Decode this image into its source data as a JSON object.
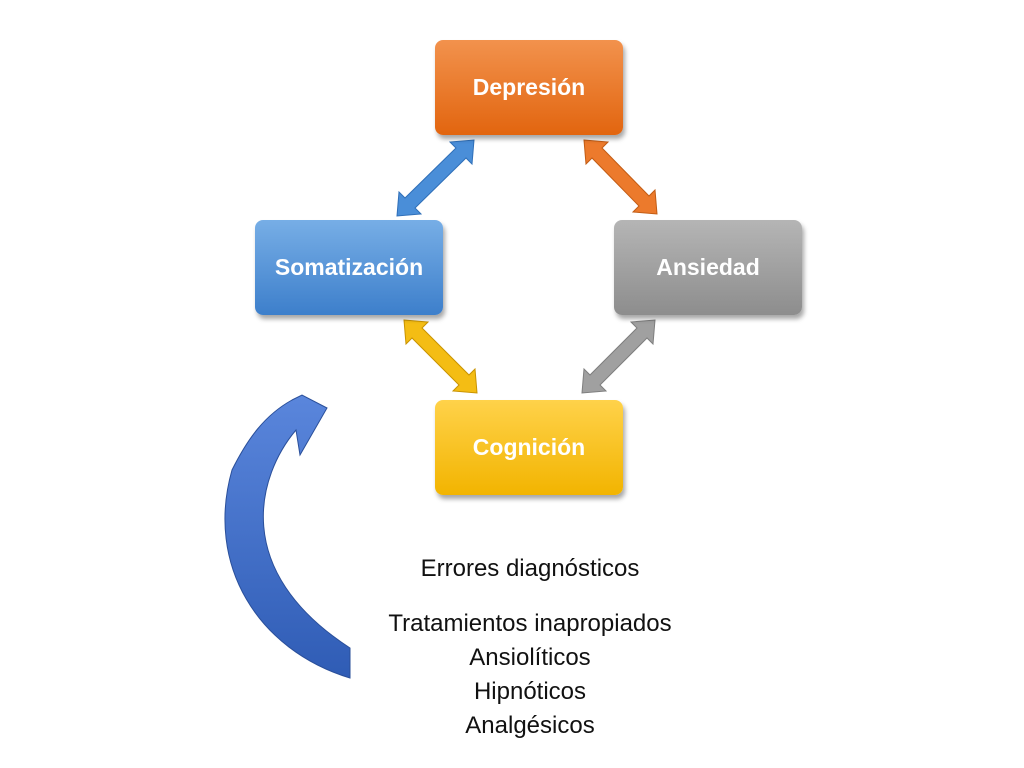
{
  "nodes": {
    "depresion": {
      "label": "Depresión",
      "color_top": "#f2924d",
      "color_bottom": "#e2650f"
    },
    "somatizacion": {
      "label": "Somatización",
      "color_top": "#77aee6",
      "color_bottom": "#3d7fcb"
    },
    "ansiedad": {
      "label": "Ansiedad",
      "color_top": "#b5b5b5",
      "color_bottom": "#8d8d8d"
    },
    "cognicion": {
      "label": "Cognición",
      "color_top": "#ffd24a",
      "color_bottom": "#f2b400"
    }
  },
  "arrows": {
    "depresion_somatizacion": "#4a8ed8",
    "depresion_ansiedad": "#ec7a2c",
    "somatizacion_cognicion": "#f4bd14",
    "ansiedad_cognicion": "#a0a0a0",
    "feedback_curve": "#3a66c4"
  },
  "notes": {
    "errores": "Errores diagnósticos",
    "tratamientos": {
      "title": "Tratamientos inapropiados",
      "items": [
        "Ansiolíticos",
        "Hipnóticos",
        "Analgésicos"
      ]
    }
  }
}
